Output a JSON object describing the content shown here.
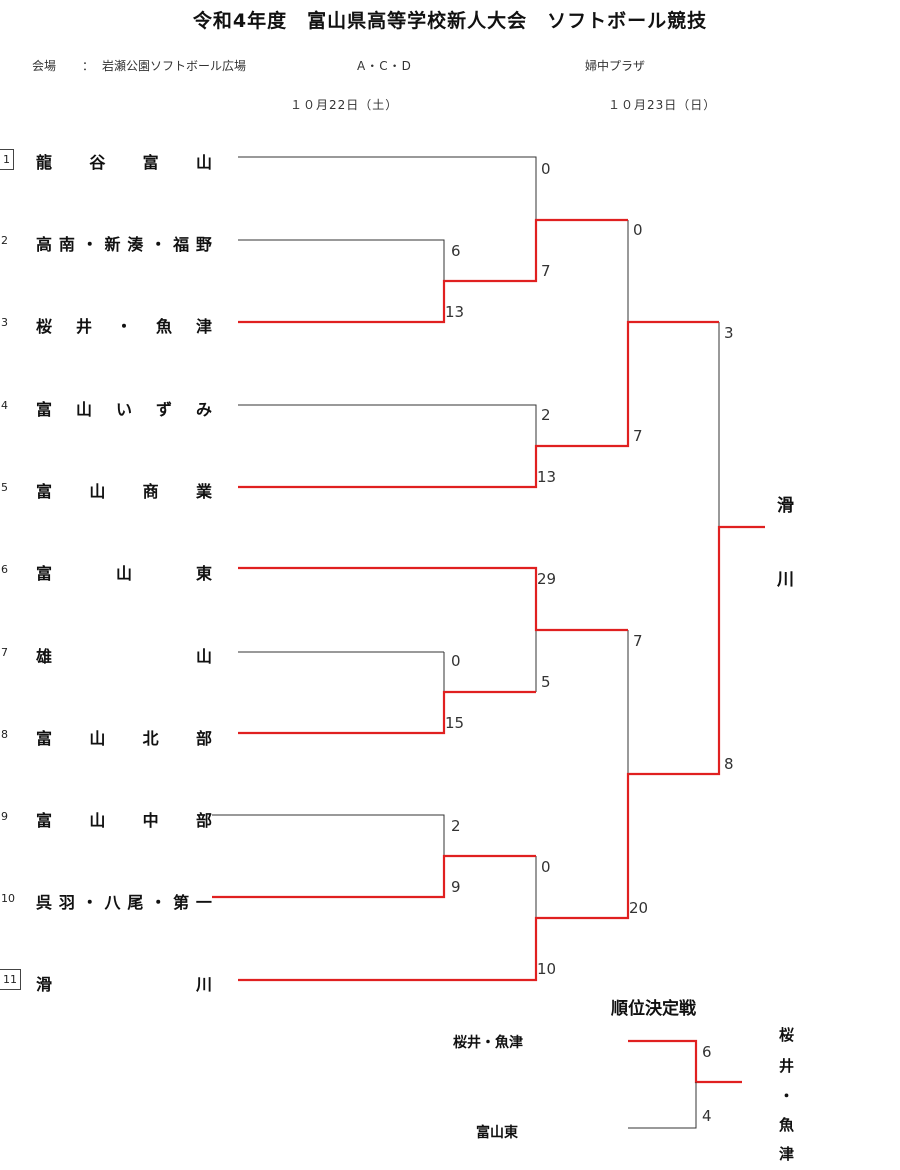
{
  "title": "令和4年度　富山県高等学校新人大会　ソフトボール競技",
  "venue": {
    "label": "会場",
    "separator": "：",
    "primary_name": "岩瀬公園ソフトボール広場",
    "primary_fields": "A・C・D",
    "secondary_name": "婦中プラザ"
  },
  "dates": {
    "day1": "１０月22日（土）",
    "day2": "１０月23日（日）"
  },
  "teams": [
    {
      "seed": "1",
      "chars": [
        "龍",
        "谷",
        "富",
        "山"
      ]
    },
    {
      "seed": "2",
      "chars": [
        "高",
        "南",
        "・",
        "新",
        "湊",
        "・",
        "福",
        "野"
      ]
    },
    {
      "seed": "3",
      "chars": [
        "桜",
        "井",
        "・",
        "魚",
        "津"
      ]
    },
    {
      "seed": "4",
      "chars": [
        "富",
        "山",
        "い",
        "ず",
        "み"
      ]
    },
    {
      "seed": "5",
      "chars": [
        "富",
        "山",
        "商",
        "業"
      ]
    },
    {
      "seed": "6",
      "chars": [
        "富",
        "山",
        "東"
      ]
    },
    {
      "seed": "7",
      "chars": [
        "雄",
        "山"
      ]
    },
    {
      "seed": "8",
      "chars": [
        "富",
        "山",
        "北",
        "部"
      ]
    },
    {
      "seed": "9",
      "chars": [
        "富",
        "山",
        "中",
        "部"
      ]
    },
    {
      "seed": "10",
      "chars": [
        "呉",
        "羽",
        "・",
        "八",
        "尾",
        "・",
        "第",
        "一"
      ]
    },
    {
      "seed": "11",
      "chars": [
        "滑",
        "川"
      ]
    }
  ],
  "scores": {
    "r1_2v3": [
      "6",
      "13"
    ],
    "r1_4v5": [
      "2",
      "13"
    ],
    "r1_7v8": [
      "0",
      "15"
    ],
    "r1_9v10": [
      "2",
      "9"
    ],
    "r2_1": [
      "0",
      "7"
    ],
    "r2_6": [
      "29",
      "5"
    ],
    "r2_11": [
      "0",
      "10"
    ],
    "sf_top": [
      "0",
      "7"
    ],
    "sf_bottom": [
      "7",
      "20"
    ],
    "final": [
      "3",
      "8"
    ]
  },
  "champion": [
    "滑",
    "川"
  ],
  "placement": {
    "title": "順位決定戦",
    "team_a": "桜井・魚津",
    "team_b": "富山東",
    "scores": [
      "6",
      "4"
    ],
    "winner_chars": [
      "桜",
      "井",
      "・",
      "魚",
      "津"
    ]
  },
  "colors": {
    "winner_line": "#e02020",
    "line": "#333333"
  }
}
